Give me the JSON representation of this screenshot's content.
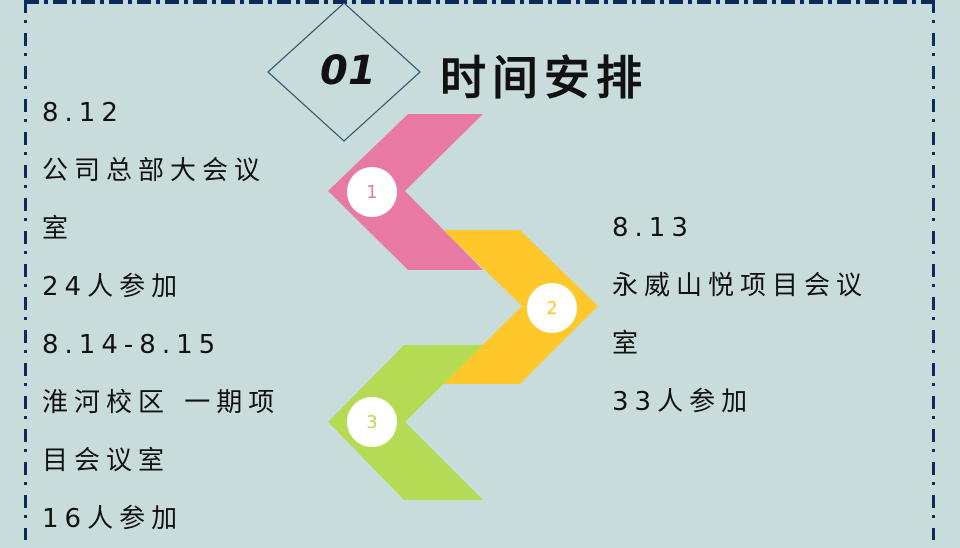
{
  "header": {
    "number": "01",
    "title": "时间安排"
  },
  "colors": {
    "pink": "#e779a3",
    "yellow": "#fec72a",
    "green": "#b5db55",
    "border": "#0d2a5c",
    "background": "#c9dcdc"
  },
  "steps": [
    {
      "badge": "1",
      "date": "8.12",
      "place_line1": "公司总部大会议",
      "place_line2": "室",
      "attendance": "24人参加"
    },
    {
      "badge": "2",
      "date": "8.13",
      "place_line1": "永威山悦项目会议",
      "place_line2": "室",
      "attendance": "33人参加"
    },
    {
      "badge": "3",
      "date": "8.14-8.15",
      "place_line1": "淮河校区 一期项",
      "place_line2": "目会议室",
      "attendance": "16人参加"
    }
  ]
}
